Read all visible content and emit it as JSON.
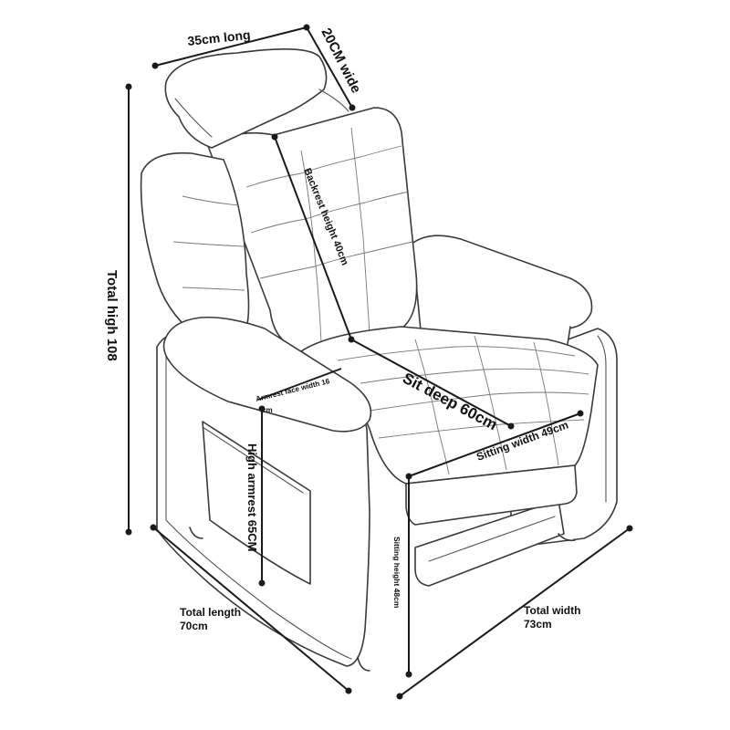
{
  "labels": {
    "head_length": "35cm long",
    "head_width": "20CM wide",
    "total_high": "Total high 108",
    "backrest_height": "Backrest height 40cm",
    "armrest_face_width_1": "Armrest face width 16",
    "armrest_face_width_2": "cm",
    "sit_deep": "Sit deep 60cm",
    "sitting_width": "Sitting width 49cm",
    "high_armrest": "High armrest 65CM",
    "sitting_height": "Sitting height 48cm",
    "total_length_1": "Total length",
    "total_length_2": "70cm",
    "total_width_1": "Total width",
    "total_width_2": "73cm"
  },
  "colors": {
    "line": "#1a1a1a",
    "outline": "#3a3a3a",
    "background": "#ffffff"
  }
}
